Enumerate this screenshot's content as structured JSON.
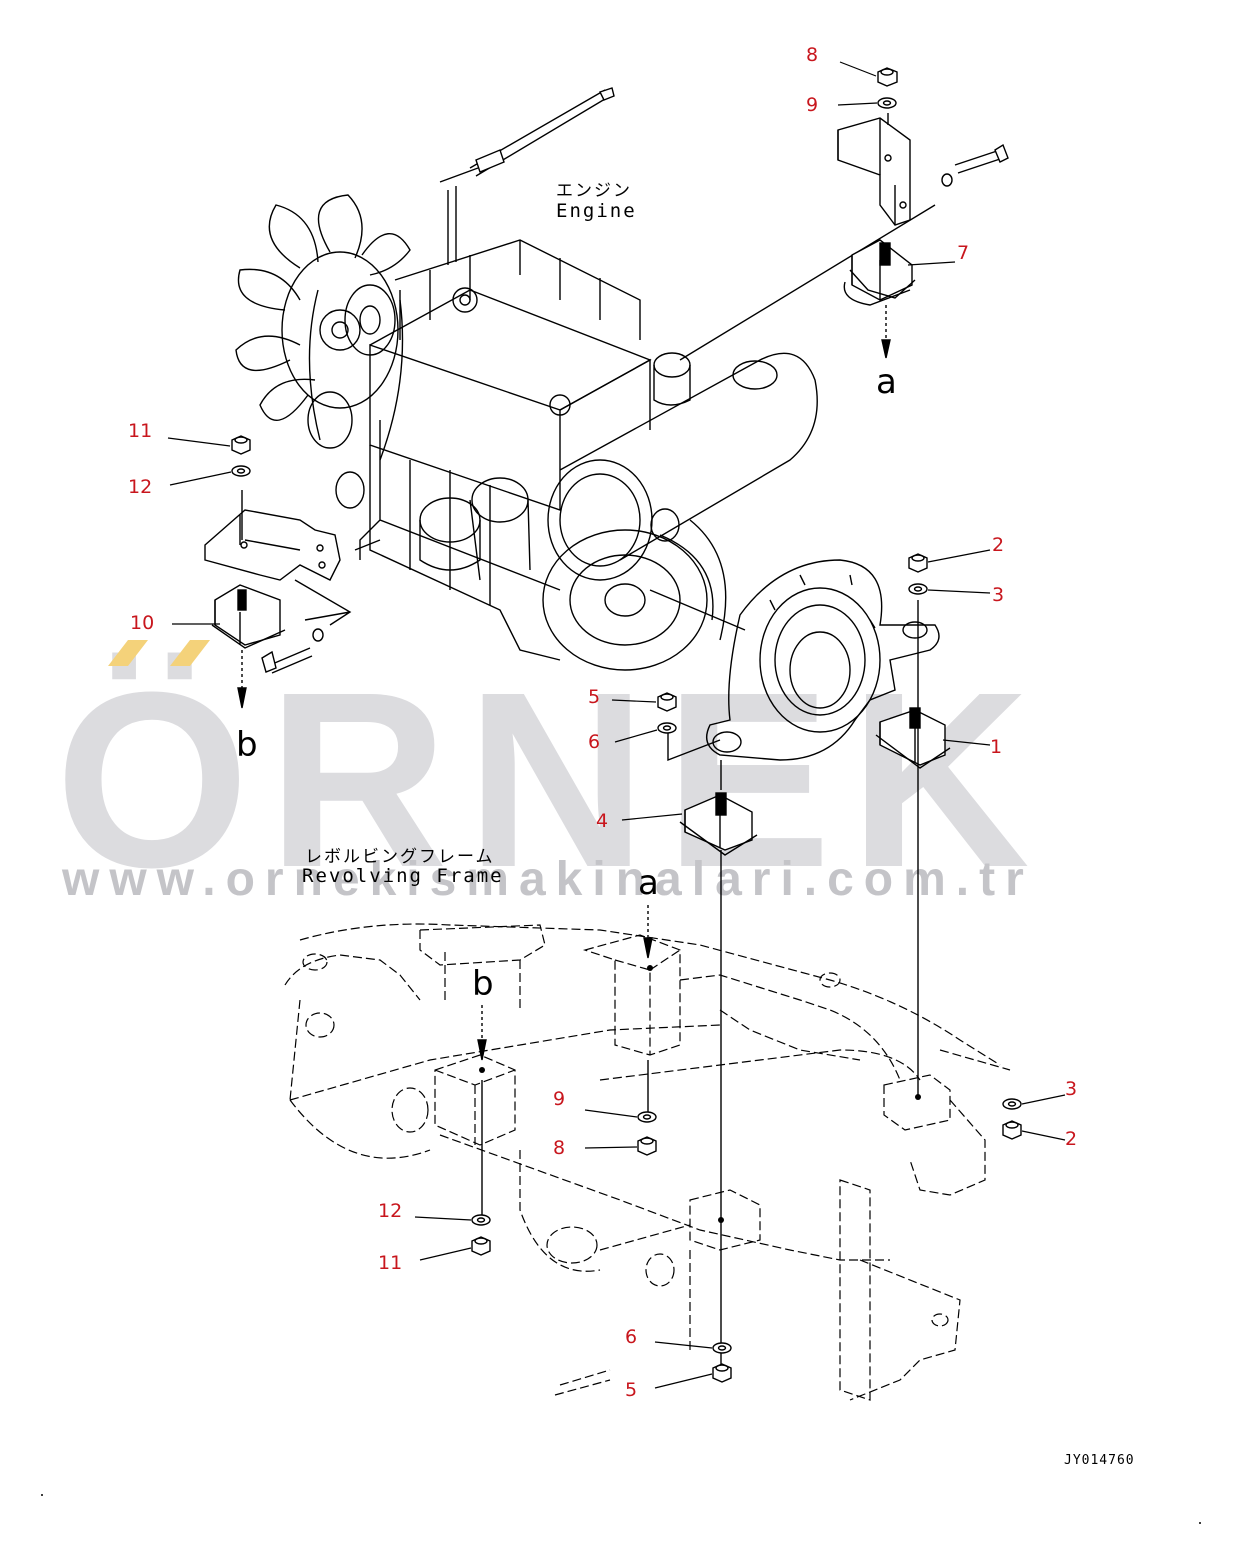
{
  "labels": {
    "engine_jp": "エンジン",
    "engine_en": "Engine",
    "frame_jp": "レボルビングフレーム",
    "frame_en": "Revolving Frame"
  },
  "arrow_letters": {
    "a_top": "a",
    "b_top": "b",
    "a_frame": "a",
    "b_frame": "b"
  },
  "callouts": {
    "c8_top": "8",
    "c9_top": "9",
    "c7": "7",
    "c11_top": "11",
    "c12_top": "12",
    "c10": "10",
    "c2_top": "2",
    "c3_top": "3",
    "c5_top": "5",
    "c6_top": "6",
    "c1": "1",
    "c4": "4",
    "c3_bottom": "3",
    "c2_bottom": "2",
    "c9_bottom": "9",
    "c8_bottom": "8",
    "c12_bottom": "12",
    "c11_bottom": "11",
    "c6_bottom": "6",
    "c5_bottom": "5"
  },
  "drawing_number": "JY014760",
  "watermark": {
    "word": "ÖRNEK",
    "url": "www.ornekismakinalari.com.tr"
  },
  "colors": {
    "callout_red": "#c8161d",
    "line_black": "#000000",
    "watermark_grey": "#dcdcdf",
    "watermark_gold": "#f4d27a"
  }
}
